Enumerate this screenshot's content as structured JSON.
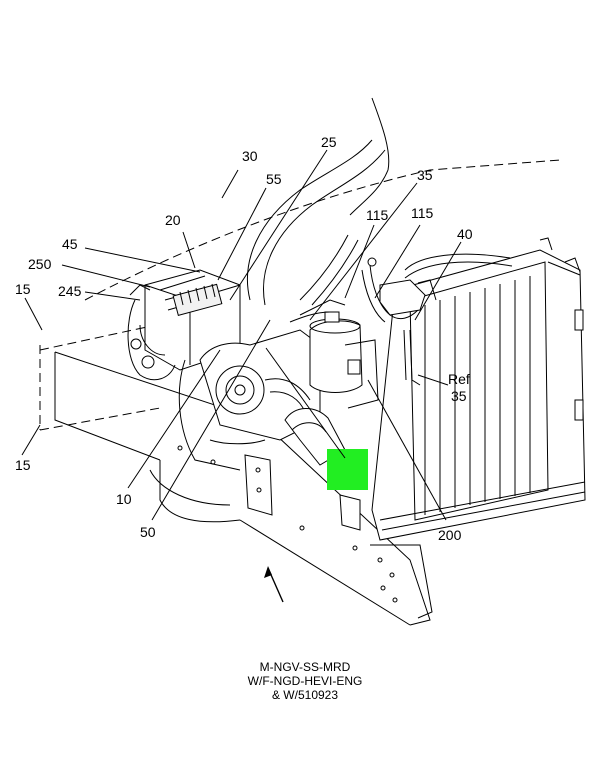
{
  "callouts": [
    {
      "id": "c30",
      "label": "30"
    },
    {
      "id": "c25",
      "label": "25"
    },
    {
      "id": "c55",
      "label": "55"
    },
    {
      "id": "c35",
      "label": "35"
    },
    {
      "id": "c20",
      "label": "20"
    },
    {
      "id": "c115a",
      "label": "115"
    },
    {
      "id": "c115b",
      "label": "115"
    },
    {
      "id": "c40",
      "label": "40"
    },
    {
      "id": "c45",
      "label": "45"
    },
    {
      "id": "c250",
      "label": "250"
    },
    {
      "id": "c245",
      "label": "245"
    },
    {
      "id": "c15a",
      "label": "15"
    },
    {
      "id": "cref",
      "label": "Ref"
    },
    {
      "id": "cref35",
      "label": "35"
    },
    {
      "id": "c15b",
      "label": "15"
    },
    {
      "id": "c10",
      "label": "10"
    },
    {
      "id": "c50",
      "label": "50"
    },
    {
      "id": "c200",
      "label": "200"
    }
  ],
  "highlight": {
    "color": "#22ee22"
  },
  "caption": {
    "line1": "M-NGV-SS-MRD",
    "line2": "W/F-NGD-HEVI-ENG",
    "line3": "& W/510923"
  }
}
